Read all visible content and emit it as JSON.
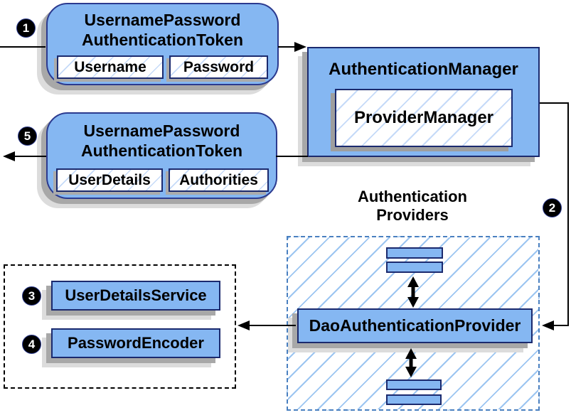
{
  "colors": {
    "box_fill": "#85B7F2",
    "box_border": "#1B2A6E",
    "rounded_border": "#2B3A8F",
    "hatch_line": "#A9CBF4",
    "dashed_blue_border": "#4A80C0",
    "shadow_dark": "#A8A8A8",
    "shadow_light": "#DCDCDC",
    "line_color": "#000000"
  },
  "markers": {
    "s1": "1",
    "s2": "2",
    "s3": "3",
    "s4": "4",
    "s5": "5"
  },
  "request_token": {
    "title_line1": "UsernamePassword",
    "title_line2": "AuthenticationToken",
    "fields": [
      "Username",
      "Password"
    ]
  },
  "authentication_manager": {
    "title": "AuthenticationManager",
    "inner": "ProviderManager"
  },
  "result_token": {
    "title_line1": "UsernamePassword",
    "title_line2": "AuthenticationToken",
    "fields": [
      "UserDetails",
      "Authorities"
    ]
  },
  "providers_label": {
    "line1": "Authentication",
    "line2": "Providers"
  },
  "dao_provider": {
    "label": "DaoAuthenticationProvider"
  },
  "services": {
    "items": [
      "UserDetailsService",
      "PasswordEncoder"
    ]
  }
}
